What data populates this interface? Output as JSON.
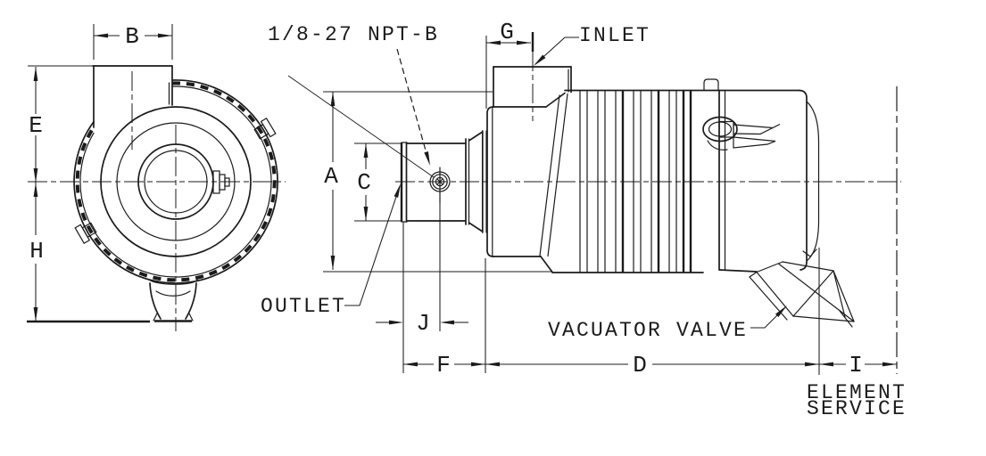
{
  "drawing_type": "engineering dimension drawing, air cleaner assembly, two orthographic views",
  "colors": {
    "ink": "#1b1b1b",
    "paper": "#ffffff"
  },
  "callouts": {
    "npt_tap": "1/8-27 NPT-B",
    "inlet": "INLET",
    "outlet": "OUTLET",
    "vacuator_valve": "VACUATOR VALVE",
    "element_service_line1": "ELEMENT",
    "element_service_line2": "SERVICE"
  },
  "dims": {
    "a": "A",
    "b": "B",
    "c": "C",
    "d": "D",
    "e": "E",
    "f": "F",
    "g": "G",
    "h": "H",
    "i": "I",
    "j": "J"
  }
}
